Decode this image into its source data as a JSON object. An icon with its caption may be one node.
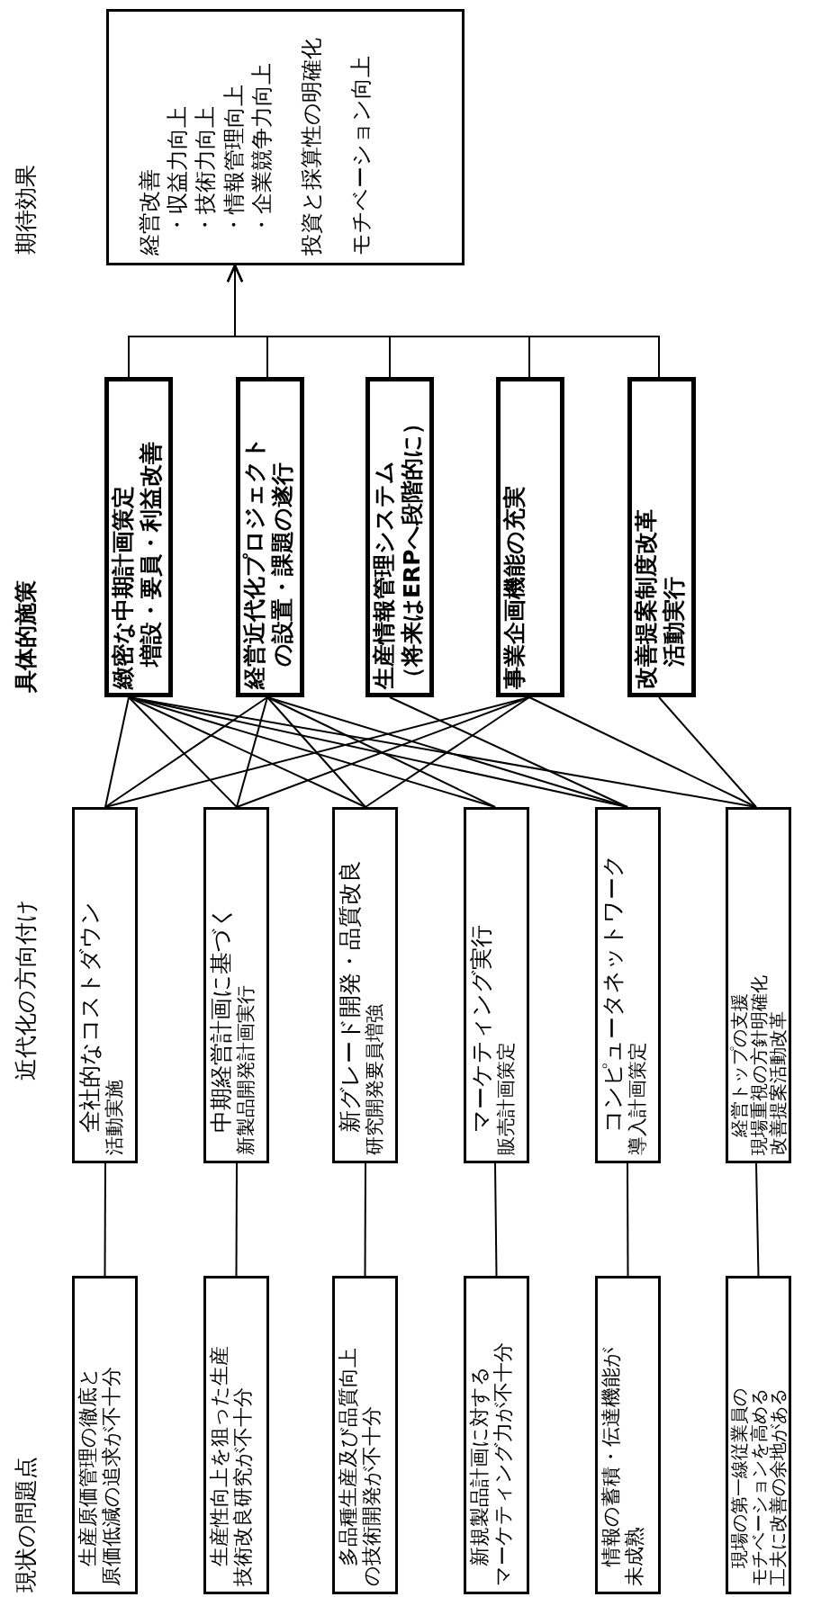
{
  "diagram": {
    "nodes": [
      {
        "text": [
          "生産原価管理の徹底と原価低減の追求が不十分"
        ]
      },
      {
        "text": [
          "生産性向上を狙った生産技術改良研究が不十分"
        ]
      },
      {
        "text": [
          "多品種生産及び品質向上の技術開発が不十分"
        ]
      },
      {
        "text": [
          "新規製品計画に対するマーケティング力が不十分"
        ]
      },
      {
        "text": [
          "情報の蓄積・伝達機能が未成熟"
        ]
      },
      {
        "text": [
          "現場の第一線従業員のモチベーションを高める工夫に改善の余地がある"
        ]
      },
      {
        "text": [
          "全社的なコストダウン",
          "活動実施"
        ]
      },
      {
        "text": [
          "中期経営計画に基づく",
          "新製品開発計画実行"
        ]
      },
      {
        "text": [
          "新グレード開発・品質改良",
          "研究開発要員増強"
        ]
      },
      {
        "text": [
          "マーケティング実行",
          "販売計画策定"
        ]
      },
      {
        "text": [
          "コンピュータネットワーク",
          "導入計画策定"
        ]
      },
      {
        "text": [
          "経営トップの支援",
          "現場重視の方針明確化",
          "改善提案活動改革"
        ]
      },
      {
        "text": [
          "緻密な中期計画策定",
          "増設・要員・利益改善"
        ]
      },
      {
        "text": [
          "経営近代化プロジェクト",
          "の設置・課題の遂行"
        ]
      },
      {
        "text": [
          "生産情報管理システム",
          "（将来はERPへ段階的に）"
        ]
      },
      {
        "text": [
          "事業企画機能の充実"
        ]
      },
      {
        "text": [
          "改善提案制度改革",
          "活動実行"
        ]
      },
      {
        "text": [
          "経営改善",
          "・収益力向上",
          "・技術力向上",
          "・情報管理向上",
          "・企業競争力向上",
          "投資と採算性の明確化",
          "モチベーション向上"
        ]
      }
    ],
    "edges": [
      {
        "from": 0,
        "to": 6,
        "arrow": "none"
      },
      {
        "from": 1,
        "to": 7,
        "arrow": "none"
      },
      {
        "from": 2,
        "to": 8,
        "arrow": "none"
      },
      {
        "from": 3,
        "to": 9,
        "arrow": "none"
      },
      {
        "from": 4,
        "to": 10,
        "arrow": "none"
      },
      {
        "from": 5,
        "to": 11,
        "arrow": "none"
      },
      {
        "from": 12,
        "to": 6,
        "arrow": "none"
      },
      {
        "from": 12,
        "to": 7,
        "arrow": "none"
      },
      {
        "from": 12,
        "to": 8,
        "arrow": "none"
      },
      {
        "from": 12,
        "to": 9,
        "arrow": "none"
      },
      {
        "from": 12,
        "to": 10,
        "arrow": "none"
      },
      {
        "from": 12,
        "to": 11,
        "arrow": "none"
      },
      {
        "from": 13,
        "to": 6,
        "arrow": "none"
      },
      {
        "from": 13,
        "to": 7,
        "arrow": "none"
      },
      {
        "from": 13,
        "to": 8,
        "arrow": "none"
      },
      {
        "from": 13,
        "to": 9,
        "arrow": "none"
      },
      {
        "from": 13,
        "to": 10,
        "arrow": "none"
      },
      {
        "from": 14,
        "to": 10,
        "arrow": "none"
      },
      {
        "from": 15,
        "to": 6,
        "arrow": "none"
      },
      {
        "from": 15,
        "to": 7,
        "arrow": "none"
      },
      {
        "from": 15,
        "to": 8,
        "arrow": "none"
      },
      {
        "from": 15,
        "to": 11,
        "arrow": "none"
      },
      {
        "from": 16,
        "to": 11,
        "arrow": "none"
      },
      {
        "from": 12,
        "to": 17,
        "arrow": "to"
      },
      {
        "from": 13,
        "to": 17,
        "arrow": "to"
      },
      {
        "from": 14,
        "to": 17,
        "arrow": "to"
      },
      {
        "from": 15,
        "to": 17,
        "arrow": "to"
      },
      {
        "from": 16,
        "to": 17,
        "arrow": "to"
      }
    ],
    "labels": [
      "現状の問題点",
      "近代化の方向付け",
      "具体的施策",
      "期待効果"
    ]
  }
}
